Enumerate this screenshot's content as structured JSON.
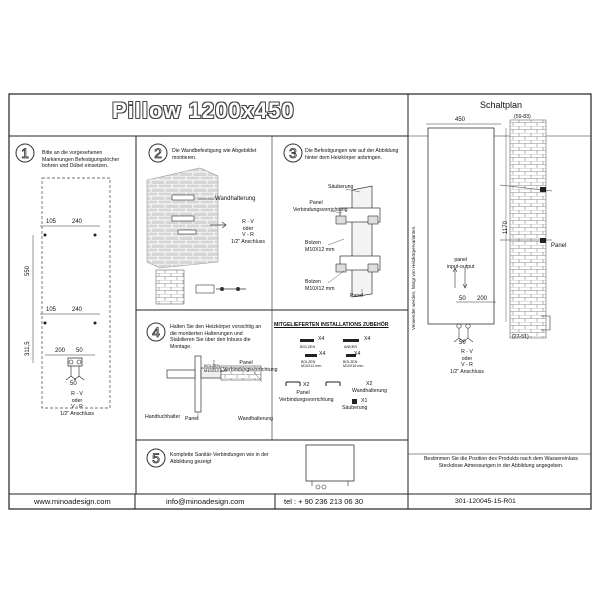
{
  "title": "Pillow 1200x450",
  "steps": {
    "s1": {
      "num": "1",
      "text": "Bitte an die vorgesehenen Markierungen Befestigungslöcher bohren und Dübel einsetzen.",
      "dim_105a": "105",
      "dim_240a": "240",
      "dim_550": "550",
      "dim_105b": "105",
      "dim_240b": "240",
      "dim_3115": "311,5",
      "dim_200": "200",
      "dim_50": "50",
      "dim_50b": "50",
      "conn": "R - V\noder\nV - R\n1/2\" Anschluss"
    },
    "s2": {
      "num": "2",
      "text": "Die Wandbefestigung wie Abgebildet montieren.",
      "wand": "Wandhalterung",
      "conn": "R - V\noder\nV - R\n1/2\" Anschluss"
    },
    "s3": {
      "num": "3",
      "text": "Die Befestigungen wie auf der Abbildung hinter dem Heizkörper anbringen.",
      "saub": "Säuberung",
      "panel_vv": "Panel\nVerbindungsvorrichtung",
      "bolzen1": "Bolzen\nM10X12 mm",
      "bolzen2": "Bolzen\nM10X12 mm",
      "panel": "Panel"
    },
    "s4": {
      "num": "4",
      "text": "Halten Sie den Heizkörper vorsichtig an die montierten Halterungen und Stabilieren Sie über den Inbuss die Montage.",
      "bolzen": "BOLZEN\nM10X12 mm",
      "panel_vv": "Panel\nVerbindungsvorrichtung",
      "handtuch": "Handtuchhalter",
      "panel": "Panel",
      "wand": "Wandhalterung"
    },
    "s5": {
      "num": "5",
      "text": "Komplette Sanitär-Verbindungen wie in der Abbildung gezeigt"
    }
  },
  "zubehoer": {
    "heading": "MITGELIEFERTEN INSTALLATIONS ZUBEHÖR",
    "x4a": "X4",
    "bolzen": "BOLZEN",
    "x4b": "X4",
    "anker": "ANKER",
    "x4c": "X4",
    "bolzen2": "BOLZEN\nM10X12 mm",
    "x4d": "X4",
    "bolzen3": "BOLZEN\nM10X16 mm",
    "x2a": "X2",
    "wand": "Wandhalterung",
    "panel_vv": "Panel\nVerbindungsvorrichtung",
    "x2b": "X2",
    "x1": "X1",
    "saub": "Säuberung"
  },
  "schaltplan": {
    "heading": "Schaltplan",
    "w450": "450",
    "r5983": "(59-83)",
    "h1170": "1170",
    "side": "Verwendet werden, hängt von Heizkörpervarianten.",
    "panel": "Panel",
    "io": "panel\ninput-output",
    "d50": "50",
    "d200": "200",
    "r2751": "(27-51)",
    "d50b": "50",
    "conn": "R - V\noder\nV - R\n1/2\" Anschluss",
    "note": "Bestimmen Sie die Position des Produkts nach dem Wassereinlass Steckdose  Atmessungen in der Abbildung angegeben."
  },
  "footer": {
    "web": "www.minoadesign.com",
    "mail": "info@minoadesign.com",
    "tel": "tel : + 90 236 213 06 30",
    "code": "301-120045-15-R01"
  }
}
